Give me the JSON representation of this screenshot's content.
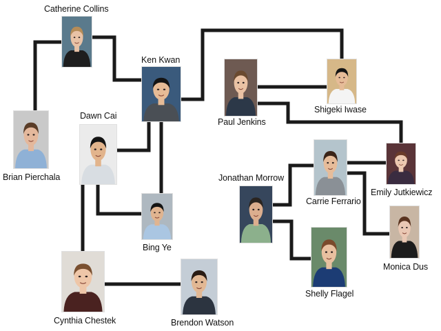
{
  "people": [
    {
      "id": "catherine",
      "name": "Catherine Collins",
      "icon": "person-photo",
      "bg": "#5a7a8c",
      "shirt": "#1e1e1e",
      "skin": "#e8c2a6",
      "hair": "#b58c58"
    },
    {
      "id": "ken",
      "name": "Ken Kwan",
      "icon": "person-photo",
      "bg": "#3a5a7c",
      "shirt": "#4a4f55",
      "skin": "#e6bb96",
      "hair": "#141414"
    },
    {
      "id": "brian",
      "name": "Brian Pierchala",
      "icon": "person-photo",
      "bg": "#c9c9c9",
      "shirt": "#8fb1d6",
      "skin": "#e4b89c",
      "hair": "#5a3d28"
    },
    {
      "id": "dawn",
      "name": "Dawn Cai",
      "icon": "person-photo",
      "bg": "#ebebeb",
      "shirt": "#d8dde2",
      "skin": "#e2b48c",
      "hair": "#141414"
    },
    {
      "id": "bing",
      "name": "Bing Ye",
      "icon": "person-photo",
      "bg": "#aeb8c0",
      "shirt": "#aac6e2",
      "skin": "#e0b490",
      "hair": "#141414"
    },
    {
      "id": "cynthia",
      "name": "Cynthia Chestek",
      "icon": "person-photo",
      "bg": "#e0dcd6",
      "shirt": "#4a2220",
      "skin": "#eec6a8",
      "hair": "#7a5030"
    },
    {
      "id": "brendon",
      "name": "Brendon Watson",
      "icon": "person-photo",
      "bg": "#c4cdd6",
      "shirt": "#2c3440",
      "skin": "#e2b894",
      "hair": "#2a1c14"
    },
    {
      "id": "paul",
      "name": "Paul Jenkins",
      "icon": "person-photo",
      "bg": "#6e5a52",
      "shirt": "#2c3848",
      "skin": "#eac2a4",
      "hair": "#6a4a30"
    },
    {
      "id": "shigeki",
      "name": "Shigeki Iwase",
      "icon": "person-photo",
      "bg": "#d6b888",
      "shirt": "#f4f4f4",
      "skin": "#e6bc98",
      "hair": "#141414"
    },
    {
      "id": "carrie",
      "name": "Carrie Ferrario",
      "icon": "person-photo",
      "bg": "#b4c4cc",
      "shirt": "#8a9096",
      "skin": "#e6bc9a",
      "hair": "#3a2418"
    },
    {
      "id": "emily",
      "name": "Emily Jutkiewicz",
      "icon": "person-photo",
      "bg": "#5a3438",
      "shirt": "#3a2c40",
      "skin": "#ecc8b0",
      "hair": "#6a3c2a"
    },
    {
      "id": "jonathan",
      "name": "Jonathan Morrow",
      "icon": "person-photo",
      "bg": "#36465c",
      "shirt": "#8cb08c",
      "skin": "#dcae8e",
      "hair": "#2a2420"
    },
    {
      "id": "monica",
      "name": "Monica Dus",
      "icon": "person-photo",
      "bg": "#c8b6a4",
      "shirt": "#1c1c1c",
      "skin": "#eac8b4",
      "hair": "#5a3420"
    },
    {
      "id": "shelly",
      "name": "Shelly Flagel",
      "icon": "person-photo",
      "bg": "#6a8a6a",
      "shirt": "#1c3c74",
      "skin": "#e8c0a0",
      "hair": "#7a4a2c"
    }
  ],
  "connections": [
    [
      "brian",
      "catherine"
    ],
    [
      "catherine",
      "ken"
    ],
    [
      "ken",
      "dawn"
    ],
    [
      "ken",
      "bing"
    ],
    [
      "ken",
      "shigeki"
    ],
    [
      "dawn",
      "bing"
    ],
    [
      "dawn",
      "cynthia"
    ],
    [
      "cynthia",
      "brendon"
    ],
    [
      "paul",
      "shigeki"
    ],
    [
      "paul",
      "emily"
    ],
    [
      "carrie",
      "emily"
    ],
    [
      "carrie",
      "jonathan"
    ],
    [
      "carrie",
      "monica"
    ],
    [
      "jonathan",
      "shelly"
    ]
  ]
}
